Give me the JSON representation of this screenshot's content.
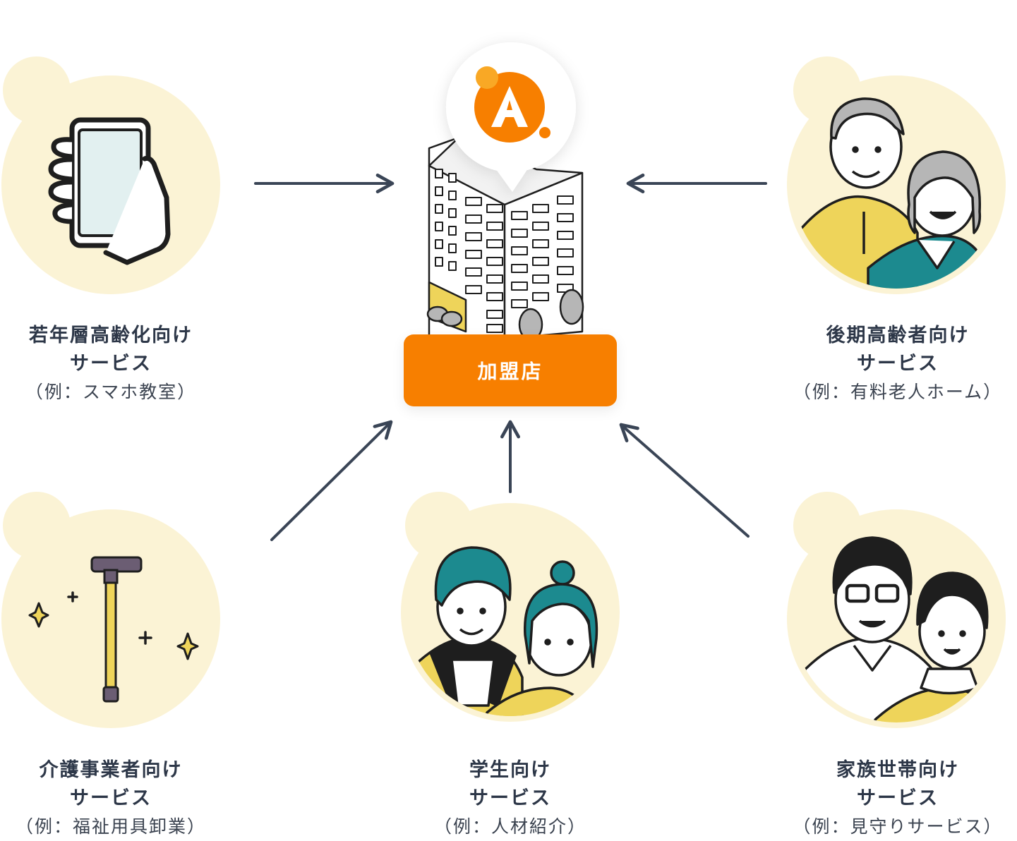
{
  "center": {
    "label": "加盟店"
  },
  "services": [
    {
      "id": "smartphone",
      "line1": "若年層高齢化向け",
      "line2": "サービス",
      "line3": "（例：スマホ教室）"
    },
    {
      "id": "elderly",
      "line1": "後期高齢者向け",
      "line2": "サービス",
      "line3": "（例：有料老人ホーム）"
    },
    {
      "id": "care",
      "line1": "介護事業者向け",
      "line2": "サービス",
      "line3": "（例：福祉用具卸業）"
    },
    {
      "id": "student",
      "line1": "学生向け",
      "line2": "サービス",
      "line3": "（例：人材紹介）"
    },
    {
      "id": "family",
      "line1": "家族世帯向け",
      "line2": "サービス",
      "line3": "（例：見守りサービス）"
    }
  ],
  "colors": {
    "accent": "#f77f00",
    "blob": "#fbf3d5",
    "arrow": "#3a4556",
    "yellow": "#eed45a",
    "teal": "#1c8a8f"
  },
  "icons": [
    "logo-a-icon",
    "building-icon",
    "smartphone-icon",
    "cane-icon",
    "elderly-couple-icon",
    "student-couple-icon",
    "family-couple-icon"
  ]
}
